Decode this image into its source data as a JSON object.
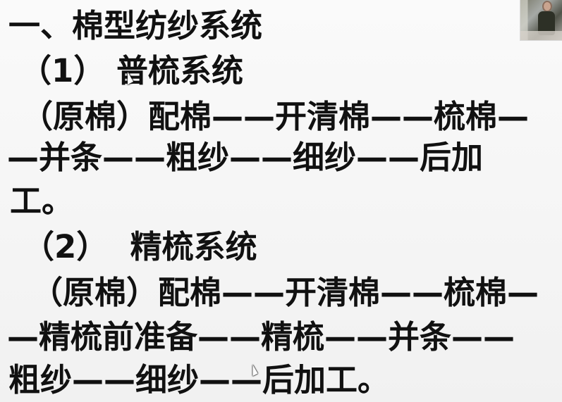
{
  "slide": {
    "lines": [
      "一、棉型纺纱系统",
      "（1） 普梳系统",
      "（原棉）配棉——开清棉——梳棉—",
      "—并条——粗纱——细纱——后加",
      "工。",
      "（2）  精梳系统",
      "（原棉）配棉——开清棉——梳棉—",
      "—精梳前准备——精梳——并条——",
      "粗纱——细纱——后加工。"
    ]
  },
  "ui": {
    "thumbnail_icon": "presenter-video-thumbnail",
    "cursor_icon": "mouse-pointer-icon"
  }
}
